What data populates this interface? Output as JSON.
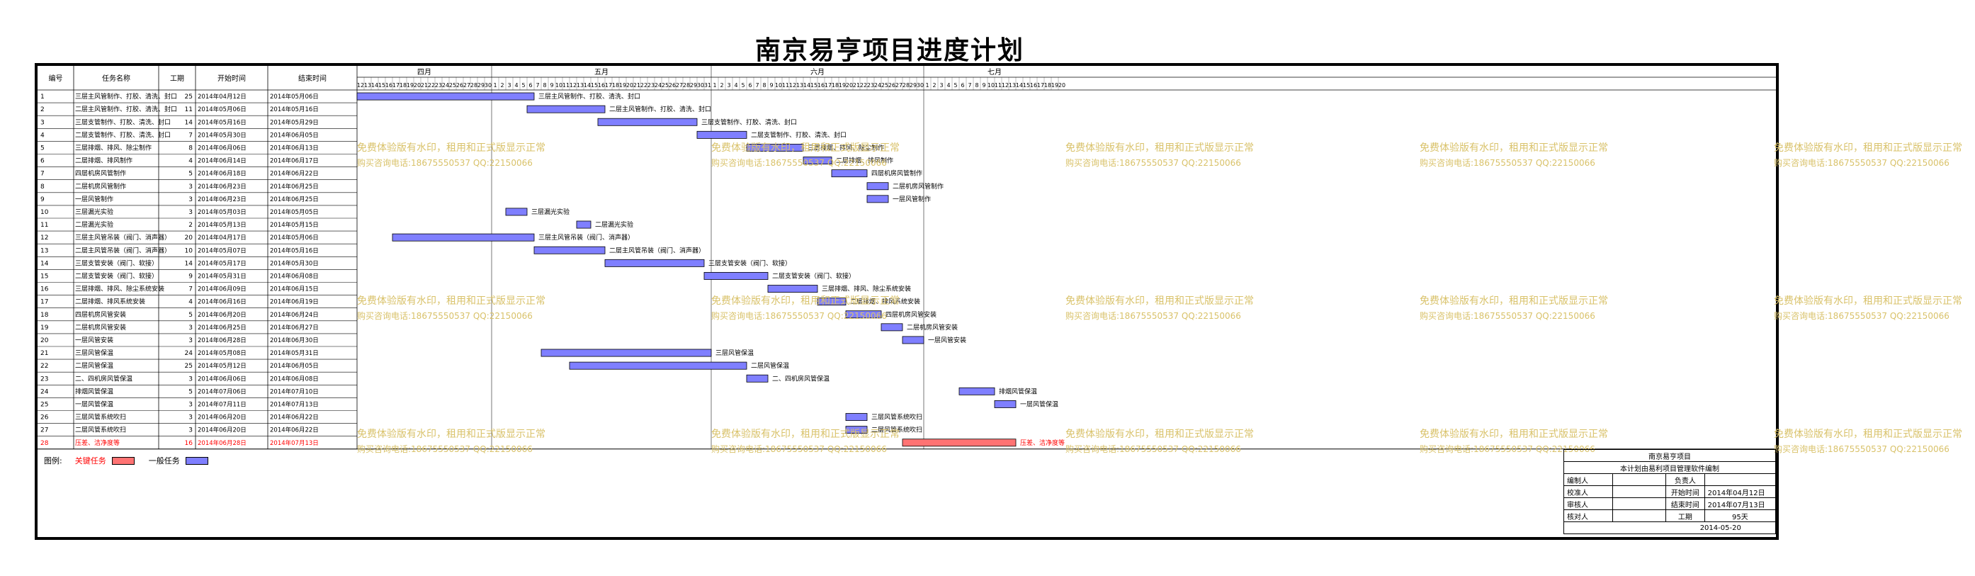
{
  "title": "南京易亨项目进度计划",
  "headers": {
    "id": "编号",
    "task": "任务名称",
    "duration": "工期",
    "start": "开始时间",
    "end": "结束时间"
  },
  "months": [
    {
      "name": "四月",
      "days": 30,
      "first_day": 12
    },
    {
      "name": "五月",
      "days": 31,
      "first_day": 1
    },
    {
      "name": "六月",
      "days": 30,
      "first_day": 1
    },
    {
      "name": "七月",
      "days": 31,
      "first_day": 1,
      "last_shown": 20
    }
  ],
  "tasks": [
    {
      "id": "1",
      "name": "三层主风管制作、打胶、清洗、封口",
      "duration": "25",
      "start": "2014年04月12日",
      "end": "2014年05月06日",
      "s": "2014-04-12",
      "e": "2014-05-06",
      "label": "三层主风管制作、打胶、清洗、封口",
      "critical": false
    },
    {
      "id": "2",
      "name": "二层主风管制作、打胶、清洗、封口",
      "duration": "11",
      "start": "2014年05月06日",
      "end": "2014年05月16日",
      "s": "2014-05-06",
      "e": "2014-05-16",
      "label": "二层主风管制作、打胶、清洗、封口",
      "critical": false
    },
    {
      "id": "3",
      "name": "三层支管制作、打胶、清洗、封口",
      "duration": "14",
      "start": "2014年05月16日",
      "end": "2014年05月29日",
      "s": "2014-05-16",
      "e": "2014-05-29",
      "label": "三层支管制作、打胶、清洗、封口",
      "critical": false
    },
    {
      "id": "4",
      "name": "二层支管制作、打胶、清洗、封口",
      "duration": "7",
      "start": "2014年05月30日",
      "end": "2014年06月05日",
      "s": "2014-05-30",
      "e": "2014-06-05",
      "label": "二层支管制作、打胶、清洗、封口",
      "critical": false
    },
    {
      "id": "5",
      "name": "三层排烟、排风、除尘制作",
      "duration": "8",
      "start": "2014年06月06日",
      "end": "2014年06月13日",
      "s": "2014-06-06",
      "e": "2014-06-13",
      "label": "三层排烟、排风、除尘制作",
      "critical": false
    },
    {
      "id": "6",
      "name": "二层排烟、排风制作",
      "duration": "4",
      "start": "2014年06月14日",
      "end": "2014年06月17日",
      "s": "2014-06-14",
      "e": "2014-06-17",
      "label": "二层排烟、排风制作",
      "critical": false
    },
    {
      "id": "7",
      "name": "四层机房风管制作",
      "duration": "5",
      "start": "2014年06月18日",
      "end": "2014年06月22日",
      "s": "2014-06-18",
      "e": "2014-06-22",
      "label": "四层机房风管制作",
      "critical": false
    },
    {
      "id": "8",
      "name": "二层机房风管制作",
      "duration": "3",
      "start": "2014年06月23日",
      "end": "2014年06月25日",
      "s": "2014-06-23",
      "e": "2014-06-25",
      "label": "二层机房风管制作",
      "critical": false
    },
    {
      "id": "9",
      "name": "一层风管制作",
      "duration": "3",
      "start": "2014年06月23日",
      "end": "2014年06月25日",
      "s": "2014-06-23",
      "e": "2014-06-25",
      "label": "一层风管制作",
      "critical": false
    },
    {
      "id": "10",
      "name": "三层漏光实验",
      "duration": "3",
      "start": "2014年05月03日",
      "end": "2014年05月05日",
      "s": "2014-05-03",
      "e": "2014-05-05",
      "label": "三层漏光实验",
      "critical": false
    },
    {
      "id": "11",
      "name": "二层漏光实验",
      "duration": "2",
      "start": "2014年05月13日",
      "end": "2014年05月15日",
      "s": "2014-05-13",
      "e": "2014-05-14",
      "label": "二层漏光实验",
      "critical": false
    },
    {
      "id": "12",
      "name": "三层主风管吊装（阀门、消声器）",
      "duration": "20",
      "start": "2014年04月17日",
      "end": "2014年05月06日",
      "s": "2014-04-17",
      "e": "2014-05-06",
      "label": "三层主风管吊装（阀门、消声器）",
      "critical": false
    },
    {
      "id": "13",
      "name": "二层主风管吊装（阀门、消声器）",
      "duration": "10",
      "start": "2014年05月07日",
      "end": "2014年05月16日",
      "s": "2014-05-07",
      "e": "2014-05-16",
      "label": "二层主风管吊装（阀门、消声器）",
      "critical": false
    },
    {
      "id": "14",
      "name": "三层支管安装（阀门、软接）",
      "duration": "14",
      "start": "2014年05月17日",
      "end": "2014年05月30日",
      "s": "2014-05-17",
      "e": "2014-05-30",
      "label": "三层支管安装（阀门、软接）",
      "critical": false
    },
    {
      "id": "15",
      "name": "二层支管安装（阀门、软接）",
      "duration": "9",
      "start": "2014年05月31日",
      "end": "2014年06月08日",
      "s": "2014-05-31",
      "e": "2014-06-08",
      "label": "二层支管安装（阀门、软接）",
      "critical": false
    },
    {
      "id": "16",
      "name": "三层排烟、排风、除尘系统安装",
      "duration": "7",
      "start": "2014年06月09日",
      "end": "2014年06月15日",
      "s": "2014-06-09",
      "e": "2014-06-15",
      "label": "三层排烟、排风、除尘系统安装",
      "critical": false
    },
    {
      "id": "17",
      "name": "二层排烟、排风系统安装",
      "duration": "4",
      "start": "2014年06月16日",
      "end": "2014年06月19日",
      "s": "2014-06-16",
      "e": "2014-06-19",
      "label": "二层排烟、排风系统安装",
      "critical": false
    },
    {
      "id": "18",
      "name": "四层机房风管安装",
      "duration": "5",
      "start": "2014年06月20日",
      "end": "2014年06月24日",
      "s": "2014-06-20",
      "e": "2014-06-24",
      "label": "四层机房风管安装",
      "critical": false
    },
    {
      "id": "19",
      "name": "二层机房风管安装",
      "duration": "3",
      "start": "2014年06月25日",
      "end": "2014年06月27日",
      "s": "2014-06-25",
      "e": "2014-06-27",
      "label": "二层机房风管安装",
      "critical": false
    },
    {
      "id": "20",
      "name": "一层风管安装",
      "duration": "3",
      "start": "2014年06月28日",
      "end": "2014年06月30日",
      "s": "2014-06-28",
      "e": "2014-06-30",
      "label": "一层风管安装",
      "critical": false
    },
    {
      "id": "21",
      "name": "三层风管保温",
      "duration": "24",
      "start": "2014年05月08日",
      "end": "2014年05月31日",
      "s": "2014-05-08",
      "e": "2014-05-31",
      "label": "三层风管保温",
      "critical": false
    },
    {
      "id": "22",
      "name": "二层风管保温",
      "duration": "25",
      "start": "2014年05月12日",
      "end": "2014年06月05日",
      "s": "2014-05-12",
      "e": "2014-06-05",
      "label": "二层风管保温",
      "critical": false
    },
    {
      "id": "23",
      "name": "二、四机房风管保温",
      "duration": "3",
      "start": "2014年06月06日",
      "end": "2014年06月08日",
      "s": "2014-06-06",
      "e": "2014-06-08",
      "label": "二、四机房风管保温",
      "critical": false
    },
    {
      "id": "24",
      "name": "排烟风管保温",
      "duration": "5",
      "start": "2014年07月06日",
      "end": "2014年07月10日",
      "s": "2014-07-06",
      "e": "2014-07-10",
      "label": "排烟风管保温",
      "critical": false
    },
    {
      "id": "25",
      "name": "一层风管保温",
      "duration": "3",
      "start": "2014年07月11日",
      "end": "2014年07月13日",
      "s": "2014-07-11",
      "e": "2014-07-13",
      "label": "一层风管保温",
      "critical": false
    },
    {
      "id": "26",
      "name": "三层风管系统吹扫",
      "duration": "3",
      "start": "2014年06月20日",
      "end": "2014年06月22日",
      "s": "2014-06-20",
      "e": "2014-06-22",
      "label": "三层风管系统吹扫",
      "critical": false
    },
    {
      "id": "27",
      "name": "二层风管系统吹扫",
      "duration": "3",
      "start": "2014年06月20日",
      "end": "2014年06月22日",
      "s": "2014-06-20",
      "e": "2014-06-22",
      "label": "二层风管系统吹扫",
      "critical": false
    },
    {
      "id": "28",
      "name": "压差、洁净度等",
      "duration": "16",
      "start": "2014年06月28日",
      "end": "2014年07月13日",
      "s": "2014-06-28",
      "e": "2014-07-13",
      "label": "压差、洁净度等",
      "critical": true
    }
  ],
  "legend": {
    "label": "图例:",
    "critical": "关键任务",
    "normal": "一般任务"
  },
  "colors": {
    "normal": "#7f7fff",
    "critical": "#ff7373",
    "critical_text": "#ff0000",
    "watermark": "#d9c26a"
  },
  "watermark": {
    "line1": "免费体验版有水印，租用和正式版显示正常",
    "line2": "购买咨询电话:18675550537 QQ:22150066"
  },
  "signoff": {
    "project": "南京易亨项目",
    "note": "本计划由易利项目管理软件编制",
    "rows": [
      [
        "编制人",
        "",
        "负责人",
        ""
      ],
      [
        "校准人",
        "",
        "开始时间",
        "2014年04月12日"
      ],
      [
        "审核人",
        "",
        "结束时间",
        "2014年07月13日"
      ],
      [
        "核对人",
        "",
        "工期",
        "95天"
      ]
    ],
    "date": "2014-05-20"
  }
}
